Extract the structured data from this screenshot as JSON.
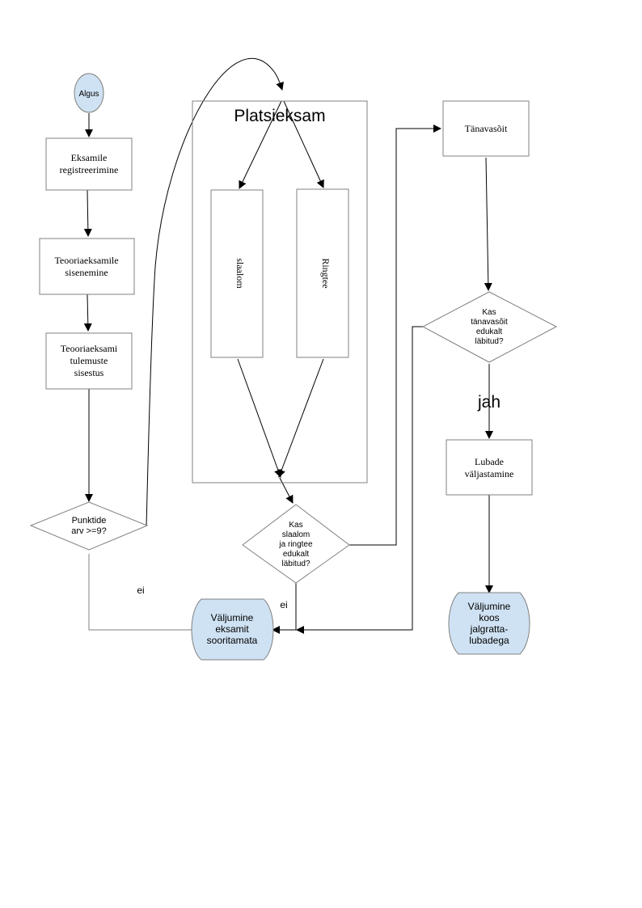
{
  "nodes": {
    "start": "Algus",
    "register": [
      "Eksamile",
      "registreerimine"
    ],
    "theory_entry": [
      "Teooriaeksamile",
      "sisenemine"
    ],
    "theory_results": [
      "Teooriaeksami",
      "tulemuste",
      "sisestus"
    ],
    "points_check": [
      "Punktide",
      "arv >=9?"
    ],
    "exit_fail": [
      "Väljumine",
      "eksamit",
      "sooritamata"
    ],
    "platsieksam_title": "Platsieksam",
    "slaalom": "slaalom",
    "ringtee": "Ringtee",
    "slalom_check": [
      "Kas",
      "slaalom",
      "ja ringtee",
      "edukalt",
      "läbitud?"
    ],
    "street_drive": "Tänavasõit",
    "street_check": [
      "Kas",
      "tänavasõit",
      "edukalt",
      "läbitud?"
    ],
    "license_issue": [
      "Lubade",
      "väljastamine"
    ],
    "exit_success": [
      "Väljumine",
      "koos",
      "jalgratta-",
      "lubadega"
    ]
  },
  "edge_labels": {
    "points_no": "ei",
    "slalom_no": "ei",
    "street_yes": "jah"
  }
}
